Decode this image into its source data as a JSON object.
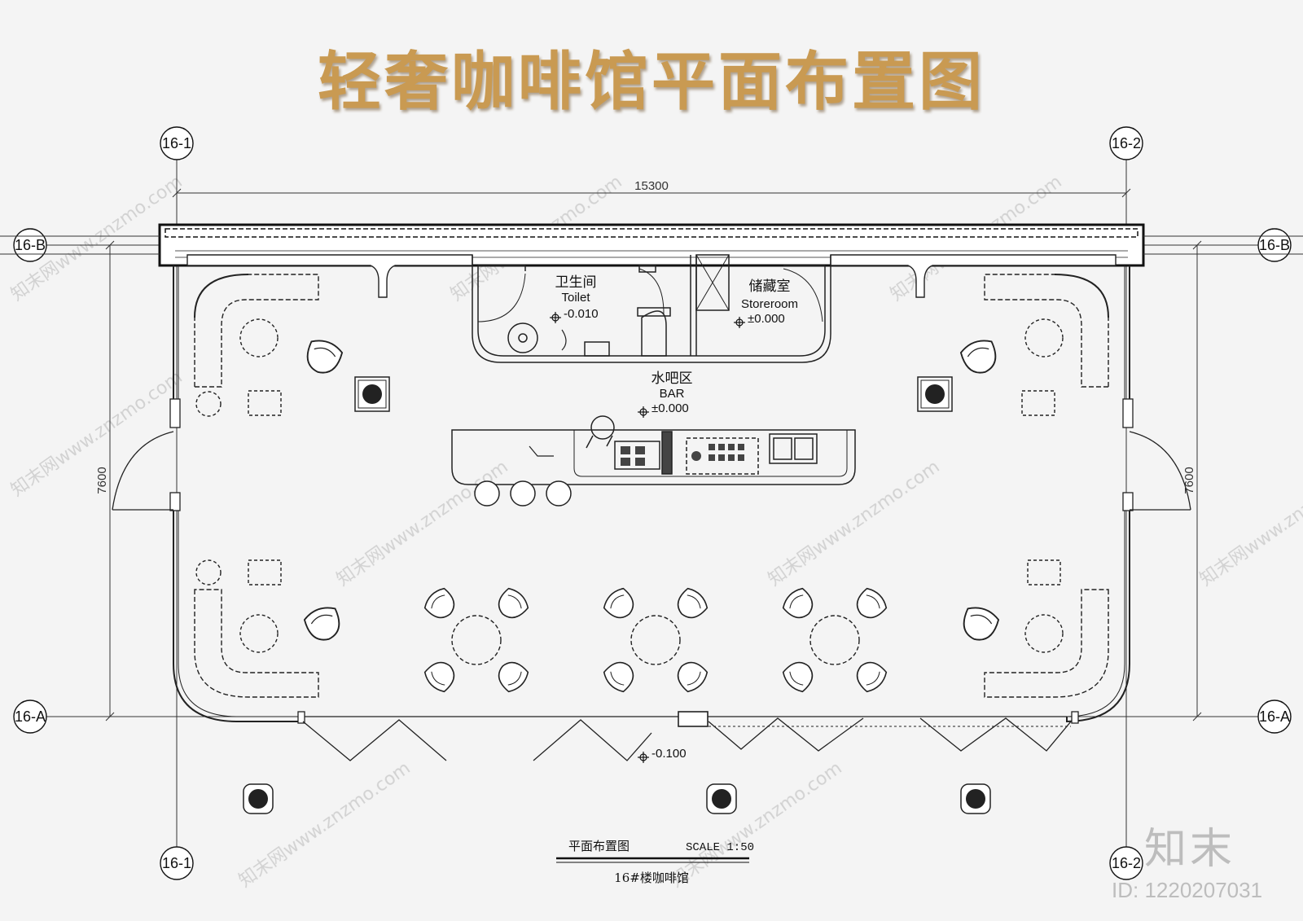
{
  "title": "轻奢咖啡馆平面布置图",
  "grid_labels": {
    "top_left": "16-1",
    "top_right": "16-2",
    "bottom_left": "16-1",
    "bottom_right": "16-2",
    "left_b": "16-B",
    "right_b": "16-B",
    "left_a": "16-A",
    "right_a": "16-A"
  },
  "dimensions": {
    "width": "15300",
    "height_left": "7600",
    "height_right": "7600"
  },
  "rooms": {
    "toilet_cn": "卫生间",
    "toilet_en": "Toilet",
    "toilet_level": "-0.010",
    "storeroom_cn": "储藏室",
    "storeroom_en": "Storeroom",
    "storeroom_level": "±0.000",
    "bar_cn": "水吧区",
    "bar_en": "BAR",
    "bar_level": "±0.000",
    "outdoor_level": "-0.100"
  },
  "drawing_title": {
    "name": "平面布置图",
    "scale": "SCALE 1:50",
    "subtitle": "16#楼咖啡馆"
  },
  "watermark": {
    "text": "知末网www.znzmo.com",
    "brand": "知末",
    "id": "ID: 1220207031"
  }
}
